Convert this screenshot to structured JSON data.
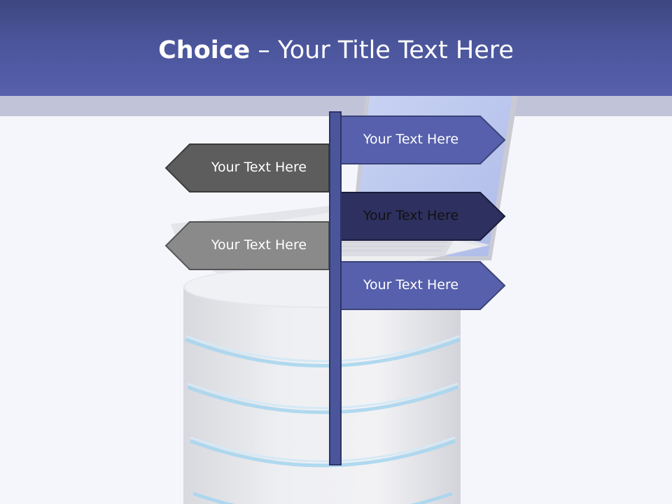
{
  "slide": {
    "title_bold": "Choice",
    "title_rest": " – Your Title Text Here"
  },
  "signs": [
    {
      "text": "Your Text Here",
      "direction": "right",
      "color": "#5660ac"
    },
    {
      "text": "Your Text Here",
      "direction": "left",
      "color": "#5d5d5d"
    },
    {
      "text": "Your Text Here",
      "direction": "right",
      "color": "#2e3060"
    },
    {
      "text": "Your Text Here",
      "direction": "left",
      "color": "#8a8a8a"
    },
    {
      "text": "Your Text Here",
      "direction": "right",
      "color": "#5660ac"
    }
  ],
  "colors": {
    "header": "#4b559b",
    "post": "#4b559b",
    "background": "#f5f6fb"
  }
}
